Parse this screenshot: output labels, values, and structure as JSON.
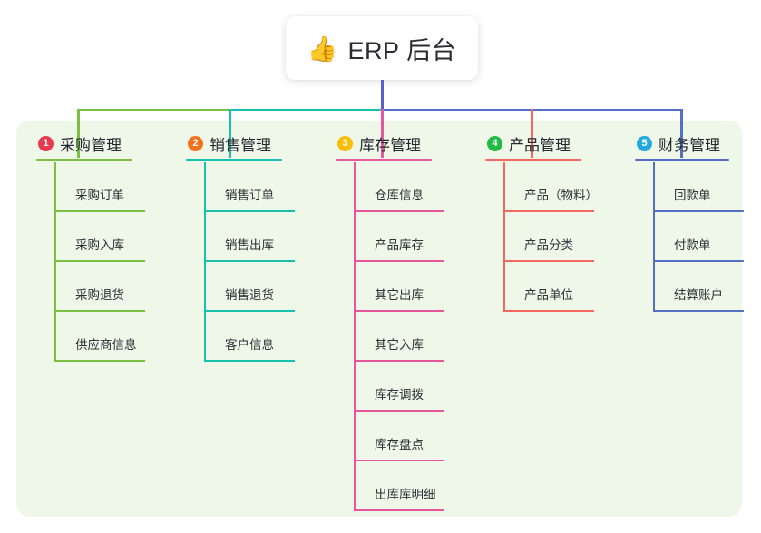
{
  "root": {
    "icon": "thumbs-up-emoji",
    "emoji": "👍",
    "title": "ERP 后台"
  },
  "palette": {
    "panel_background": "#eef7e8",
    "card_background": "#ffffff",
    "root_stem": "#5a5fd0",
    "bus_segment_green": "#7ac143",
    "bus_segment_teal": "#17bfad",
    "bus_segment_blue": "#5470c6"
  },
  "columns": [
    {
      "number": "1",
      "title": "采购管理",
      "badge_color": "#e8394f",
      "line_color": "#7ac143",
      "items": [
        {
          "label": "采购订单"
        },
        {
          "label": "采购入库"
        },
        {
          "label": "采购退货"
        },
        {
          "label": "供应商信息"
        }
      ]
    },
    {
      "number": "2",
      "title": "销售管理",
      "badge_color": "#f2711c",
      "line_color": "#17bfad",
      "items": [
        {
          "label": "销售订单"
        },
        {
          "label": "销售出库"
        },
        {
          "label": "销售退货"
        },
        {
          "label": "客户信息"
        }
      ]
    },
    {
      "number": "3",
      "title": "库存管理",
      "badge_color": "#fbbd08",
      "line_color": "#e8569e",
      "items": [
        {
          "label": "仓库信息"
        },
        {
          "label": "产品库存"
        },
        {
          "label": "其它出库"
        },
        {
          "label": "其它入库"
        },
        {
          "label": "库存调拨"
        },
        {
          "label": "库存盘点"
        },
        {
          "label": "出库库明细"
        }
      ]
    },
    {
      "number": "4",
      "title": "产品管理",
      "badge_color": "#21ba45",
      "line_color": "#f5685f",
      "items": [
        {
          "label": "产品（物料）"
        },
        {
          "label": "产品分类"
        },
        {
          "label": "产品单位"
        }
      ]
    },
    {
      "number": "5",
      "title": "财务管理",
      "badge_color": "#22aadd",
      "line_color": "#5470c6",
      "items": [
        {
          "label": "回款单"
        },
        {
          "label": "付款单"
        },
        {
          "label": "结算账户"
        }
      ]
    }
  ]
}
